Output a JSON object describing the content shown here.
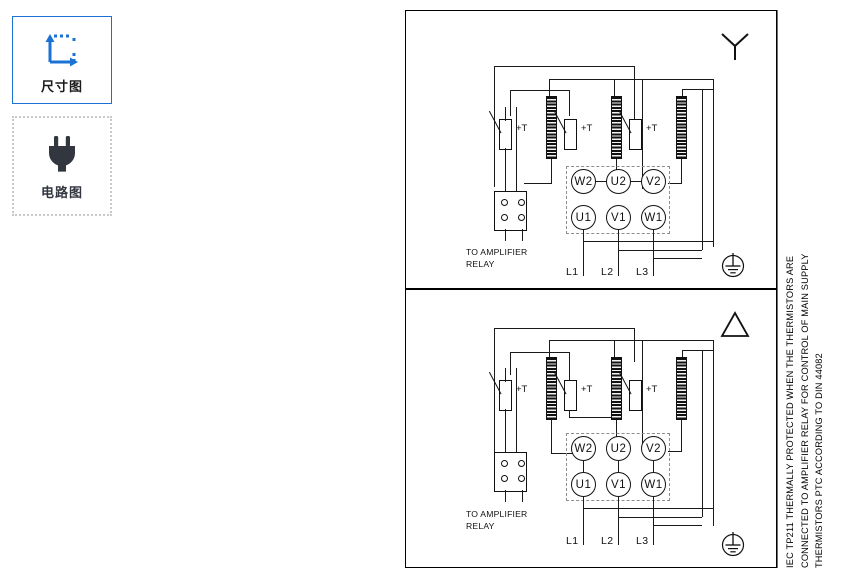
{
  "sidebar": {
    "items": [
      {
        "label": "尺寸图",
        "icon": "dimension-icon",
        "state": "active"
      },
      {
        "label": "电路图",
        "icon": "power-plug-icon",
        "state": "inactive"
      }
    ]
  },
  "note": {
    "lines": [
      "IEC TP211 THERMALLY PROTECTED WHEN THE THERMISTORS ARE",
      "CONNECTED TO AMPLIFIER RELAY FOR CONTROL OF MAIN SUPPLY",
      "THERMISTORS PTC ACCORDING TO DIN 44082"
    ]
  },
  "diagrams": [
    {
      "id": "star",
      "connection_symbol": "wye-symbol",
      "earth_symbol": "protective-earth-icon",
      "terminals_top": [
        "W2",
        "U2",
        "V2"
      ],
      "terminals_bottom": [
        "U1",
        "V1",
        "W1"
      ],
      "thermistor_labels": [
        "+T",
        "+T",
        "+T"
      ],
      "relay_caption_line1": "TO AMPLIFIER",
      "relay_caption_line2": "RELAY",
      "supply_labels": [
        "L1",
        "L2",
        "L3"
      ]
    },
    {
      "id": "delta",
      "connection_symbol": "delta-symbol",
      "earth_symbol": "protective-earth-icon",
      "terminals_top": [
        "W2",
        "U2",
        "V2"
      ],
      "terminals_bottom": [
        "U1",
        "V1",
        "W1"
      ],
      "thermistor_labels": [
        "+T",
        "+T",
        "+T"
      ],
      "relay_caption_line1": "TO AMPLIFIER",
      "relay_caption_line2": "RELAY",
      "supply_labels": [
        "L1",
        "L2",
        "L3"
      ]
    }
  ],
  "colors": {
    "accent": "#1a73d4",
    "line": "#1a1a1a",
    "dashed": "#8d8d8d"
  }
}
